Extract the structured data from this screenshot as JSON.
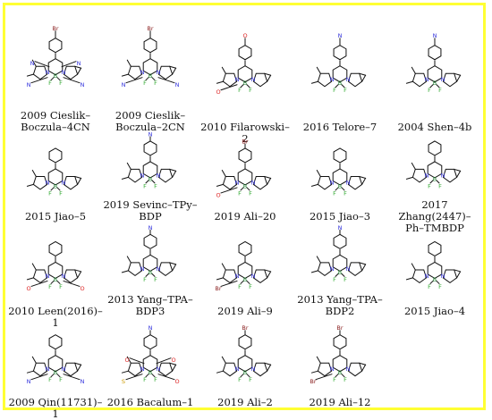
{
  "figure": {
    "border_color": "#ffff33",
    "atom_colors": {
      "N": "#3333dd",
      "B": "#228833",
      "F": "#33aa33",
      "O": "#dd2222",
      "Br": "#8b2020",
      "S": "#cc9900",
      "bond": "#111111"
    },
    "compounds": [
      {
        "row": 0,
        "col": 0,
        "lines": [
          "2009 Cieslik–",
          "Boczula–4CN"
        ],
        "atom_labels": {
          "top": "Br",
          "core": [
            "N",
            "B",
            "N"
          ],
          "f": [
            "F",
            "F"
          ],
          "sub": [
            "N",
            "N",
            "N",
            "N"
          ]
        }
      },
      {
        "row": 0,
        "col": 1,
        "lines": [
          "2009 Cieslik–",
          "Boczula–2CN"
        ],
        "atom_labels": {
          "top": "Br",
          "core": [
            "N",
            "B",
            "N"
          ],
          "f": [
            "F",
            "F"
          ],
          "sub": [
            "N",
            "N"
          ]
        }
      },
      {
        "row": 0,
        "col": 2,
        "lines": [
          "2010 Filarowski–2"
        ],
        "atom_labels": {
          "top": "O",
          "core": [
            "N",
            "B",
            "N"
          ],
          "f": [
            "F",
            "F"
          ],
          "sub": [
            "O"
          ]
        }
      },
      {
        "row": 0,
        "col": 3,
        "lines": [
          "2016 Telore–7"
        ],
        "atom_labels": {
          "top": "N",
          "core": [
            "N",
            "B",
            "N"
          ],
          "f": [
            "F",
            "F"
          ],
          "sub": []
        }
      },
      {
        "row": 0,
        "col": 4,
        "lines": [
          "2004 Shen–4b"
        ],
        "atom_labels": {
          "top": "N",
          "core": [
            "N",
            "B",
            "N"
          ],
          "f": [
            "F",
            "F"
          ],
          "sub": []
        }
      },
      {
        "row": 1,
        "col": 0,
        "lines": [
          "2015 Jiao–5"
        ],
        "atom_labels": {
          "top": "",
          "core": [
            "N",
            "B",
            "N"
          ],
          "f": [
            "F",
            "F"
          ],
          "sub": []
        }
      },
      {
        "row": 1,
        "col": 1,
        "lines": [
          "2019 Sevinc–TPy–",
          "BDP"
        ],
        "atom_labels": {
          "top": "N",
          "core": [
            "N",
            "B",
            "N"
          ],
          "f": [
            "F",
            "F"
          ],
          "sub": []
        }
      },
      {
        "row": 1,
        "col": 2,
        "lines": [
          "2019 Ali–20"
        ],
        "atom_labels": {
          "top": "Br",
          "core": [
            "N",
            "B",
            "N"
          ],
          "f": [
            "F",
            "F"
          ],
          "sub": [
            "O"
          ]
        }
      },
      {
        "row": 1,
        "col": 3,
        "lines": [
          "2015 Jiao–3"
        ],
        "atom_labels": {
          "top": "",
          "core": [
            "N",
            "B",
            "N"
          ],
          "f": [
            "F",
            "F"
          ],
          "sub": []
        }
      },
      {
        "row": 1,
        "col": 4,
        "lines": [
          "2017 Zhang(2447)–",
          "Ph–TMBDP"
        ],
        "atom_labels": {
          "top": "",
          "core": [
            "N",
            "B",
            "N"
          ],
          "f": [
            "F",
            "F"
          ],
          "sub": []
        }
      },
      {
        "row": 2,
        "col": 0,
        "lines": [
          "2010 Leen(2016)–1"
        ],
        "atom_labels": {
          "top": "",
          "core": [
            "N",
            "B",
            "N"
          ],
          "f": [
            "F",
            "F"
          ],
          "sub": [
            "O",
            "O"
          ]
        }
      },
      {
        "row": 2,
        "col": 1,
        "lines": [
          "2013 Yang–TPA–",
          "BDP3"
        ],
        "atom_labels": {
          "top": "N",
          "core": [
            "N",
            "B",
            "N"
          ],
          "f": [
            "F",
            "F"
          ],
          "sub": []
        }
      },
      {
        "row": 2,
        "col": 2,
        "lines": [
          "2019 Ali–9"
        ],
        "atom_labels": {
          "top": "",
          "core": [
            "N",
            "B",
            "N"
          ],
          "f": [
            "F",
            "F"
          ],
          "sub": [
            "Br"
          ]
        }
      },
      {
        "row": 2,
        "col": 3,
        "lines": [
          "2013 Yang–TPA–",
          "BDP2"
        ],
        "atom_labels": {
          "top": "N",
          "core": [
            "N",
            "B",
            "N"
          ],
          "f": [
            "F",
            "F"
          ],
          "sub": []
        }
      },
      {
        "row": 2,
        "col": 4,
        "lines": [
          "2015 Jiao–4"
        ],
        "atom_labels": {
          "top": "",
          "core": [
            "N",
            "B",
            "N"
          ],
          "f": [
            "F",
            "F"
          ],
          "sub": []
        }
      },
      {
        "row": 3,
        "col": 0,
        "lines": [
          "2009 Qin(11731)–1"
        ],
        "atom_labels": {
          "top": "",
          "core": [
            "N",
            "B",
            "N"
          ],
          "f": [
            "F",
            "F"
          ],
          "sub": [
            "N",
            "N"
          ]
        }
      },
      {
        "row": 3,
        "col": 1,
        "lines": [
          "2016 Bacalum–1"
        ],
        "atom_labels": {
          "top": "N",
          "core": [
            "N",
            "B",
            "N"
          ],
          "f": [
            "F",
            "F"
          ],
          "sub": [
            "S",
            "O",
            "O",
            "O"
          ]
        }
      },
      {
        "row": 3,
        "col": 2,
        "lines": [
          "2019 Ali–2"
        ],
        "atom_labels": {
          "top": "Br",
          "core": [
            "N",
            "B",
            "N"
          ],
          "f": [
            "F",
            "F"
          ],
          "sub": []
        }
      },
      {
        "row": 3,
        "col": 3,
        "lines": [
          "2019 Ali–12"
        ],
        "atom_labels": {
          "top": "Br",
          "core": [
            "N",
            "B",
            "N"
          ],
          "f": [
            "F",
            "F"
          ],
          "sub": [
            "Br"
          ]
        }
      }
    ]
  }
}
